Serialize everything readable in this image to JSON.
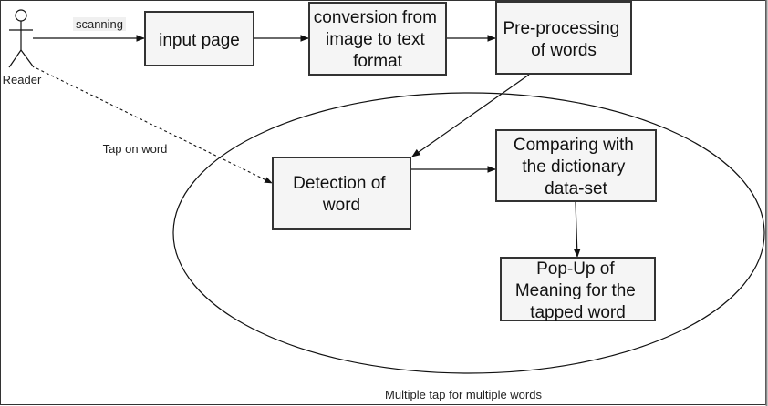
{
  "actor": {
    "label": "Reader"
  },
  "edges": {
    "scanning": "scanning",
    "tap_on_word": "Tap on word"
  },
  "nodes": {
    "input_page": [
      "input page"
    ],
    "conversion": [
      "conversion from",
      "image to text",
      "format"
    ],
    "preprocessing": [
      "Pre-processing",
      "of words"
    ],
    "detection": [
      "Detection of",
      "word"
    ],
    "comparing": [
      "Comparing with",
      "the dictionary",
      "data-set"
    ],
    "popup": [
      "Pop-Up of",
      "Meaning for the",
      "tapped word"
    ]
  },
  "ellipse": {
    "label": "Multiple tap for multiple words"
  }
}
